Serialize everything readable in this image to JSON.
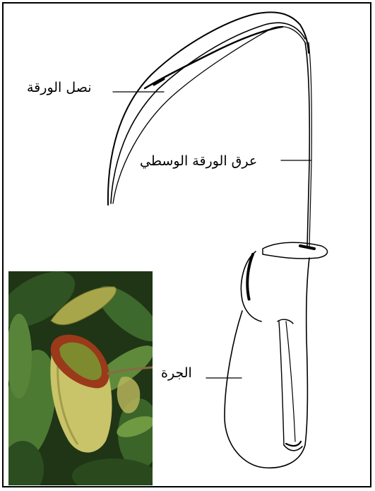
{
  "labels": {
    "leaf_blade": "نصل الورقة",
    "midrib": "عرق الورقة الوسطي",
    "pitcher": "الجرة"
  },
  "colors": {
    "line": "#000000",
    "background": "#ffffff",
    "leaf_green": "#3f6b2a",
    "pitcher_yellow": "#c9c36a",
    "pitcher_rim": "#9a3a1a"
  }
}
